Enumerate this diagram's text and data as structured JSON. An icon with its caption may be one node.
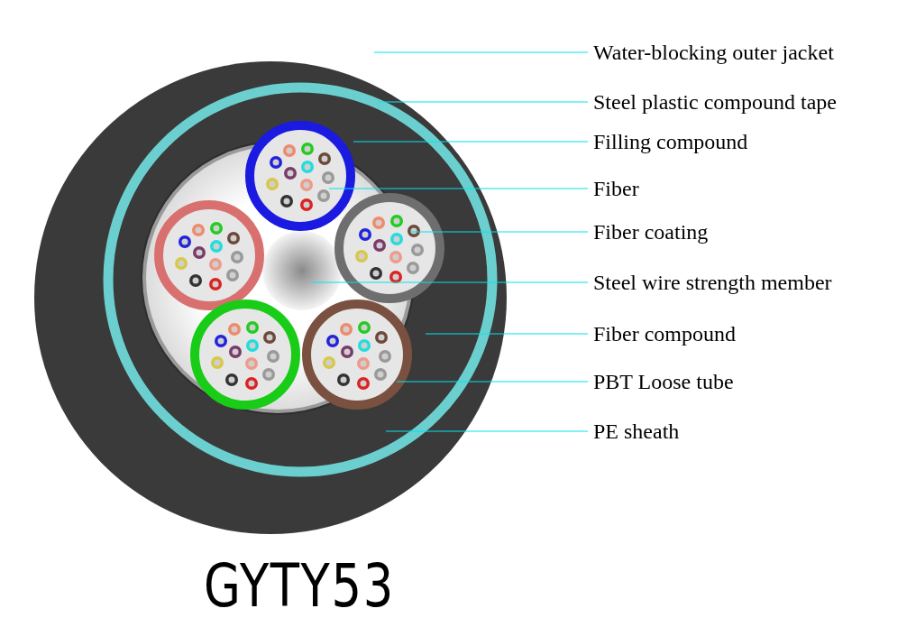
{
  "diagram": {
    "title": "GYTY53",
    "nodes": [
      {
        "text": [
          "Water-blocking outer jacket"
        ]
      },
      {
        "text": [
          "Steel plastic compound tape"
        ]
      },
      {
        "text": [
          "Filling compound"
        ]
      },
      {
        "text": [
          "Fiber"
        ]
      },
      {
        "text": [
          "Fiber coating"
        ]
      },
      {
        "text": [
          "Steel wire strength member"
        ]
      },
      {
        "text": [
          "Fiber compound"
        ]
      },
      {
        "text": [
          "PBT Loose tube"
        ]
      },
      {
        "text": [
          "PE sheath"
        ]
      }
    ],
    "edges": [
      {
        "from": 0,
        "to": null,
        "arrow": "none"
      },
      {
        "from": 1,
        "to": null,
        "arrow": "none"
      },
      {
        "from": 2,
        "to": null,
        "arrow": "none"
      },
      {
        "from": 3,
        "to": null,
        "arrow": "none"
      },
      {
        "from": 4,
        "to": null,
        "arrow": "none"
      },
      {
        "from": 5,
        "to": null,
        "arrow": "none"
      },
      {
        "from": 6,
        "to": null,
        "arrow": "none"
      },
      {
        "from": 7,
        "to": null,
        "arrow": "none"
      },
      {
        "from": 8,
        "to": null,
        "arrow": "none"
      }
    ]
  }
}
